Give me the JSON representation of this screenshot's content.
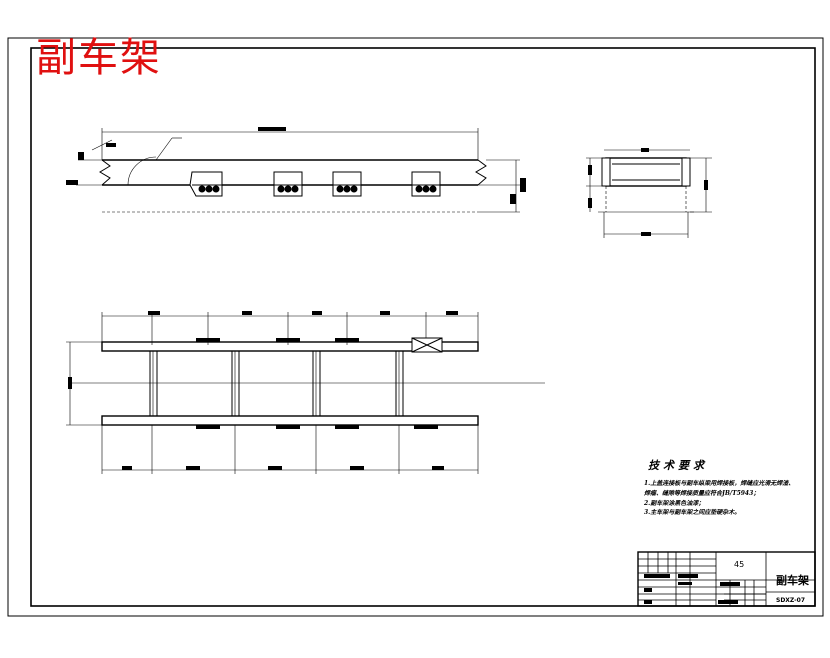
{
  "drawing": {
    "part_name_large": "副车架",
    "technical_requirements": {
      "heading": "技术要求",
      "items": [
        "1.上盖连接板与副车纵梁用焊接板，焊缝应光滑无焊渣、",
        "   焊瘤、缝隙等焊接质量应符合JB/T5943；",
        "2.副车架涂黑色油漆；",
        "3.主车架与副车架之间应垫硬杂木。"
      ]
    },
    "title_block": {
      "part_name": "副车架",
      "drawing_number": "SDXZ-07",
      "material": "45"
    }
  }
}
